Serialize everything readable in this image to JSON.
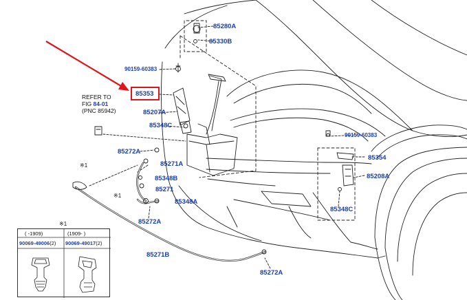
{
  "callouts": {
    "p85280A": "85280A",
    "p85330B": "85330B",
    "p90159_60383_left": "90159-60383",
    "p85353": "85353",
    "p85207A": "85207A",
    "p85348C_top": "85348C",
    "p85272A_left": "85272A",
    "p85271A": "85271A",
    "p85348B": "85348B",
    "p85271": "85271",
    "p85348A": "85348A",
    "p85272A_mid": "85272A",
    "p85271B": "85271B",
    "p85272A_bottom": "85272A",
    "p90159_60383_right": "90159-60383",
    "p85354": "85354",
    "p85208A": "85208A",
    "p85348C_right": "85348C"
  },
  "refer_note": {
    "line1": "REFER TO",
    "line2_prefix": "FIG ",
    "line2_ref": "84-01",
    "line3": "(PNC 85942)"
  },
  "markers": {
    "m1": "※1",
    "m2": "※1",
    "legend_head": "※1"
  },
  "legend": {
    "col1_range": "(    -1909)",
    "col2_range": "(1909-    )",
    "col1_part": "90069-49006",
    "col1_qty": "(2)",
    "col2_part": "90069-49017",
    "col2_qty": "(2)"
  },
  "highlight": {
    "color": "#e0151b",
    "target": "85353"
  },
  "colors": {
    "callout": "#1a3fb0",
    "linework": "#222222"
  }
}
